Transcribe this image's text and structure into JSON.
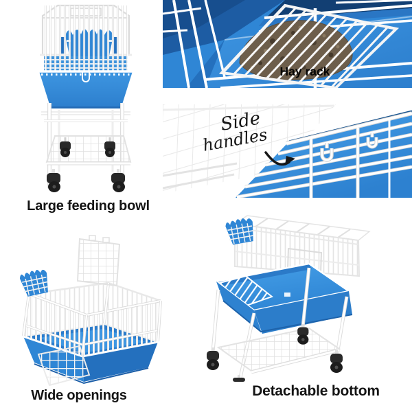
{
  "colors": {
    "blue_bright": "#3f97e2",
    "blue_mid": "#2f86d5",
    "blue_dark": "#1d5fa8",
    "blue_navy": "#123f73",
    "wire_gray": "#e3e3e3",
    "hay_brown": "#6d5e4b",
    "caster_black": "#2a2a2a",
    "caption": "#141414"
  },
  "panels": {
    "large_feeding_bowl": {
      "caption": "Large feeding bowl"
    },
    "hay_rack": {
      "label": "Hay rack"
    },
    "side_handles": {
      "line1": "Side",
      "line2": "handles"
    },
    "wide_openings": {
      "caption": "Wide openings"
    },
    "detachable_bottom": {
      "caption": "Detachable bottom"
    }
  }
}
